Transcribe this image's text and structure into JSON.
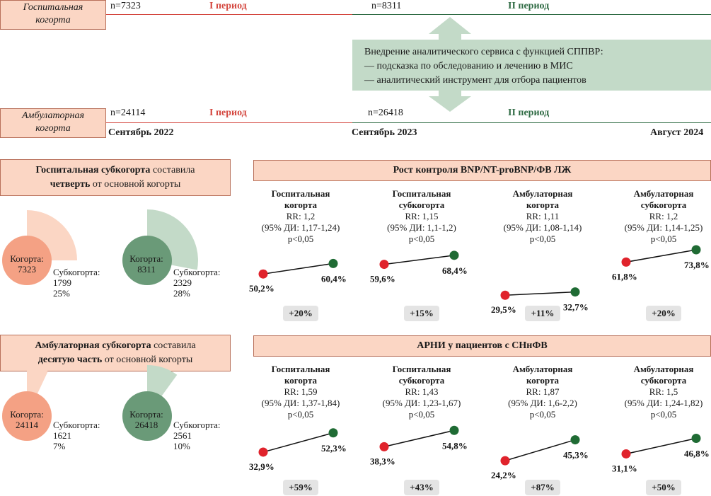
{
  "timeline": {
    "hospital_label": [
      "Госпитальная",
      "когорта"
    ],
    "ambulatory_label": [
      "Амбулаторная",
      "когорта"
    ],
    "hospital_n1": "n=7323",
    "hospital_n2": "n=8311",
    "ambulatory_n1": "n=24114",
    "ambulatory_n2": "n=26418",
    "period1": "I период",
    "period2": "II период",
    "date_start": "Сентябрь 2022",
    "date_mid": "Сентябрь 2023",
    "date_end": "Август 2024",
    "colors": {
      "period1": "#d4473f",
      "period2": "#2f6b44"
    }
  },
  "intervention": {
    "line1": "Внедрение аналитического сервиса с функцией СППВР:",
    "line2": "— подсказка по обследованию и лечению в МИС",
    "line3": "— аналитический инструмент для отбора пациентов"
  },
  "subcohort_hospital": {
    "title_bold": "Госпитальная субкогорта",
    "title_rest": " составила",
    "line2_bold": "четверть",
    "line2_rest": " от основной когорты",
    "pies": [
      {
        "cohort_label": "Когорта:",
        "cohort_n": "7323",
        "sub_label": "Субкогорта:",
        "sub_n": "1799",
        "sub_pct": "25%",
        "fraction": 0.25,
        "color_main": "#f4a184",
        "color_sub": "#fbd6c4"
      },
      {
        "cohort_label": "Когорта:",
        "cohort_n": "8311",
        "sub_label": "Субкогорта:",
        "sub_n": "2329",
        "sub_pct": "28%",
        "fraction": 0.28,
        "color_main": "#6a9a78",
        "color_sub": "#c3dac8"
      }
    ]
  },
  "subcohort_ambulatory": {
    "title_bold": "Амбулаторная субкогорта",
    "title_rest": " составила",
    "line2_bold": "десятую часть",
    "line2_rest": " от основной когорты",
    "pies": [
      {
        "cohort_label": "Когорта:",
        "cohort_n": "24114",
        "sub_label": "Субкогорта:",
        "sub_n": "1621",
        "sub_pct": "7%",
        "fraction": 0.07,
        "color_main": "#f4a184",
        "color_sub": "#fbd6c4"
      },
      {
        "cohort_label": "Когорта:",
        "cohort_n": "26418",
        "sub_label": "Субкогорта:",
        "sub_n": "2561",
        "sub_pct": "10%",
        "fraction": 0.1,
        "color_main": "#6a9a78",
        "color_sub": "#c3dac8"
      }
    ]
  },
  "chart_data": [
    {
      "type": "line",
      "title": "Рост контроля BNP/NT-proBNP/ФВ ЛЖ",
      "colors": {
        "before": "#e0232c",
        "after": "#1f6b34"
      },
      "groups": [
        {
          "name1": "Госпитальная",
          "name2": "когорта",
          "rr": "RR: 1,2",
          "ci": "(95% ДИ: 1,17-1,24)",
          "p": "p<0,05",
          "before": 50.2,
          "after": 60.4,
          "before_label": "50,2%",
          "after_label": "60,4%",
          "change": "+20%"
        },
        {
          "name1": "Госпитальная",
          "name2": "субкогорта",
          "rr": "RR: 1,15",
          "ci": "(95% ДИ: 1,1-1,2)",
          "p": "p<0,05",
          "before": 59.6,
          "after": 68.4,
          "before_label": "59,6%",
          "after_label": "68,4%",
          "change": "+15%"
        },
        {
          "name1": "Амбулаторная",
          "name2": "когорта",
          "rr": "RR: 1,11",
          "ci": "(95% ДИ: 1,08-1,14)",
          "p": "p<0,05",
          "before": 29.5,
          "after": 32.7,
          "before_label": "29,5%",
          "after_label": "32,7%",
          "change": "+11%"
        },
        {
          "name1": "Амбулаторная",
          "name2": "субкогорта",
          "rr": "RR: 1,2",
          "ci": "(95% ДИ: 1,14-1,25)",
          "p": "p<0,05",
          "before": 61.8,
          "after": 73.8,
          "before_label": "61,8%",
          "after_label": "73,8%",
          "change": "+20%"
        }
      ]
    },
    {
      "type": "line",
      "title": "АРНИ у пациентов с СНнФВ",
      "colors": {
        "before": "#e0232c",
        "after": "#1f6b34"
      },
      "groups": [
        {
          "name1": "Госпитальная",
          "name2": "когорта",
          "rr": "RR: 1,59",
          "ci": "(95% ДИ: 1,37-1,84)",
          "p": "p<0,05",
          "before": 32.9,
          "after": 52.3,
          "before_label": "32,9%",
          "after_label": "52,3%",
          "change": "+59%"
        },
        {
          "name1": "Госпитальная",
          "name2": "субкогорта",
          "rr": "RR: 1,43",
          "ci": "(95% ДИ: 1,23-1,67)",
          "p": "p<0,05",
          "before": 38.3,
          "after": 54.8,
          "before_label": "38,3%",
          "after_label": "54,8%",
          "change": "+43%"
        },
        {
          "name1": "Амбулаторная",
          "name2": "когорта",
          "rr": "RR: 1,87",
          "ci": "(95% ДИ: 1,6-2,2)",
          "p": "p<0,05",
          "before": 24.2,
          "after": 45.3,
          "before_label": "24,2%",
          "after_label": "45,3%",
          "change": "+87%"
        },
        {
          "name1": "Амбулаторная",
          "name2": "субкогорта",
          "rr": "RR: 1,5",
          "ci": "(95% ДИ: 1,24-1,82)",
          "p": "p<0,05",
          "before": 31.1,
          "after": 46.8,
          "before_label": "31,1%",
          "after_label": "46,8%",
          "change": "+50%"
        }
      ]
    }
  ]
}
